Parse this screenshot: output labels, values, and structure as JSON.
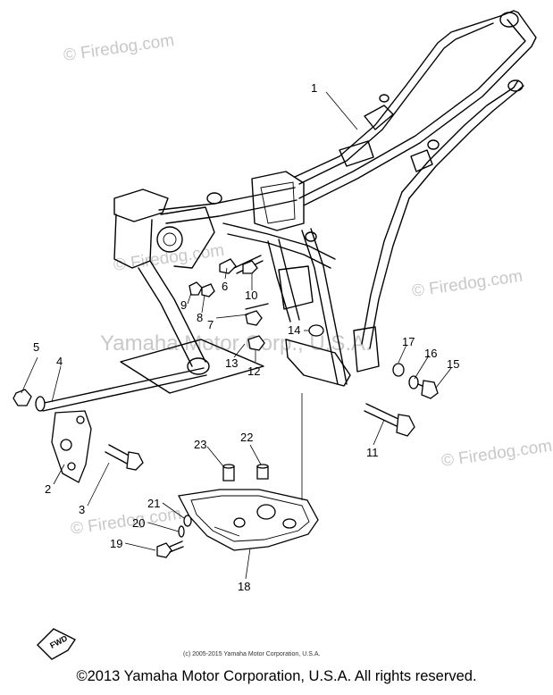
{
  "watermarks": {
    "firedog": "© Firedog.com",
    "yamaha": "Yamaha Motor Corp., U.S.A."
  },
  "small_copyright": "(c) 2005-2015 Yamaha Motor Corporation, U.S.A.",
  "footer": "©2013 Yamaha Motor Corporation, U.S.A. All rights reserved.",
  "fwd_label": "FWD",
  "callouts": [
    "1",
    "2",
    "3",
    "4",
    "5",
    "6",
    "7",
    "8",
    "9",
    "10",
    "11",
    "12",
    "13",
    "14",
    "15",
    "16",
    "17",
    "18",
    "19",
    "20",
    "21",
    "22",
    "23"
  ]
}
